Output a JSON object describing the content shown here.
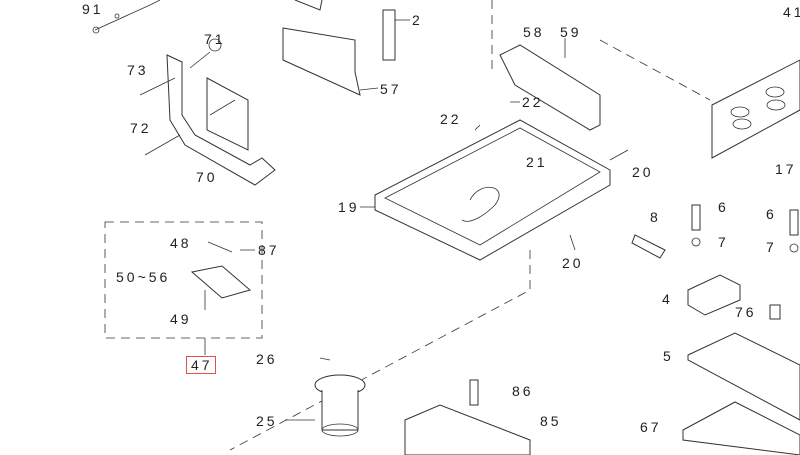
{
  "diagram": {
    "labels": {
      "p91": "91",
      "p71": "71",
      "p73": "73",
      "p72": "72",
      "p70": "70",
      "p57": "57",
      "p2": "2",
      "p58": "58",
      "p59": "59",
      "p22a": "22",
      "p22b": "22",
      "p21": "21",
      "p19": "19",
      "p20a": "20",
      "p20b": "20",
      "p17": "17",
      "p41": "41",
      "p8": "8",
      "p6a": "6",
      "p7a": "7",
      "p6b": "6",
      "p7b": "7",
      "p4": "4",
      "p76": "76",
      "p5": "5",
      "p67": "67",
      "p48": "48",
      "p87": "87",
      "p50_56": "50~56",
      "p49": "49",
      "p47": "47",
      "p26": "26",
      "p25": "25",
      "p86": "86",
      "p85": "85"
    },
    "highlight_color": "#e05050"
  }
}
